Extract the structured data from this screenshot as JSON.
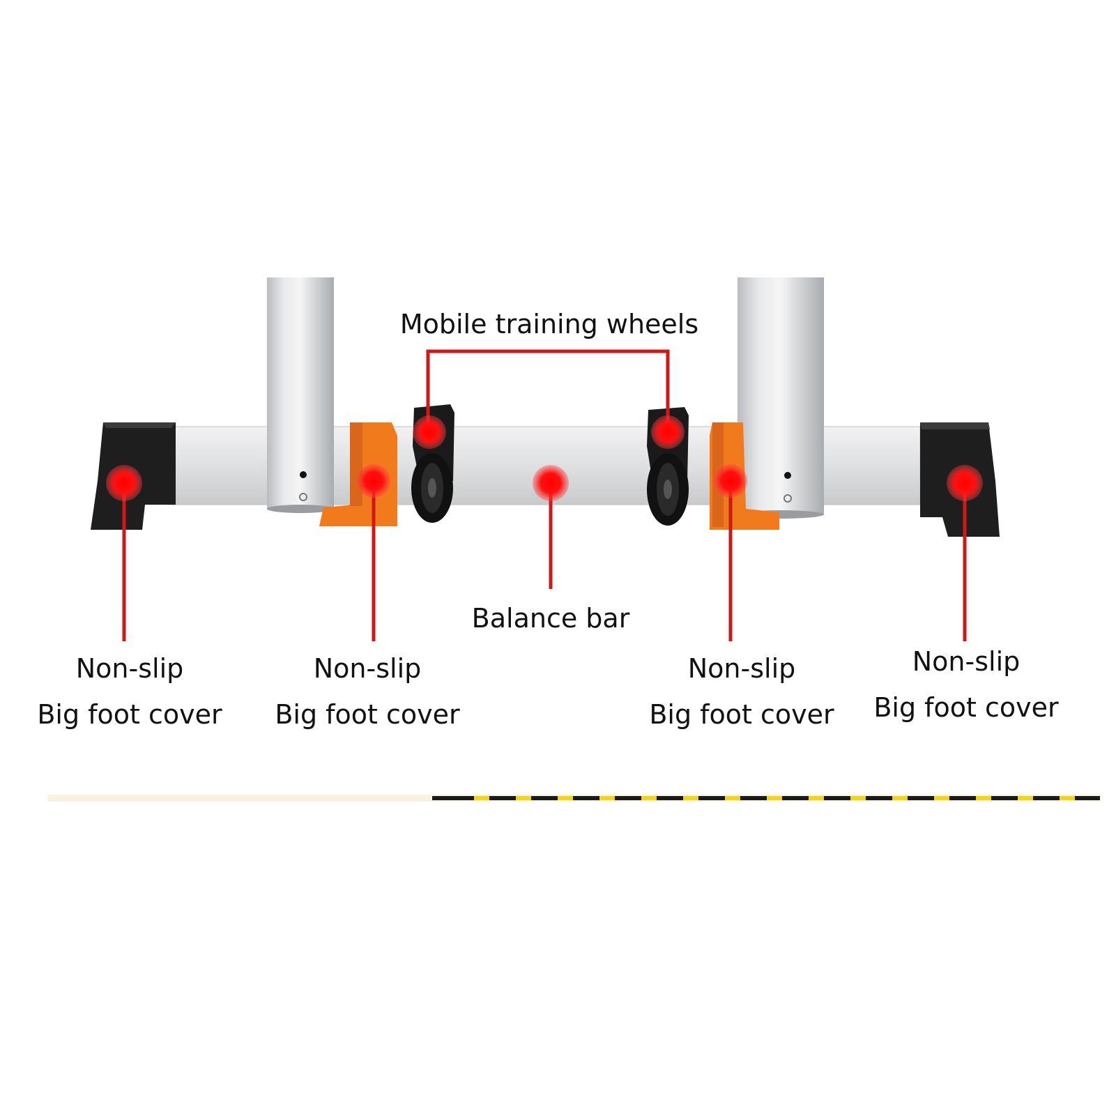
{
  "labels": {
    "mobile_wheels": "Mobile training wheels",
    "balance_bar": "Balance bar",
    "foot_covers": [
      {
        "line1": "Non-slip",
        "line2": "Big foot cover"
      },
      {
        "line1": "Non-slip",
        "line2": "Big foot cover"
      },
      {
        "line1": "Non-slip",
        "line2": "Big foot cover"
      },
      {
        "line1": "Non-slip",
        "line2": "Big foot cover"
      }
    ]
  },
  "colors": {
    "callout": "#d01818",
    "marker": "#ff0000",
    "foot_cover_black": "#1e1e1e",
    "foot_cover_orange": "#f07a1c",
    "aluminum": "#d4d6d8",
    "floor_yellow": "#f2d41a",
    "floor_black": "#1a1a1a"
  }
}
